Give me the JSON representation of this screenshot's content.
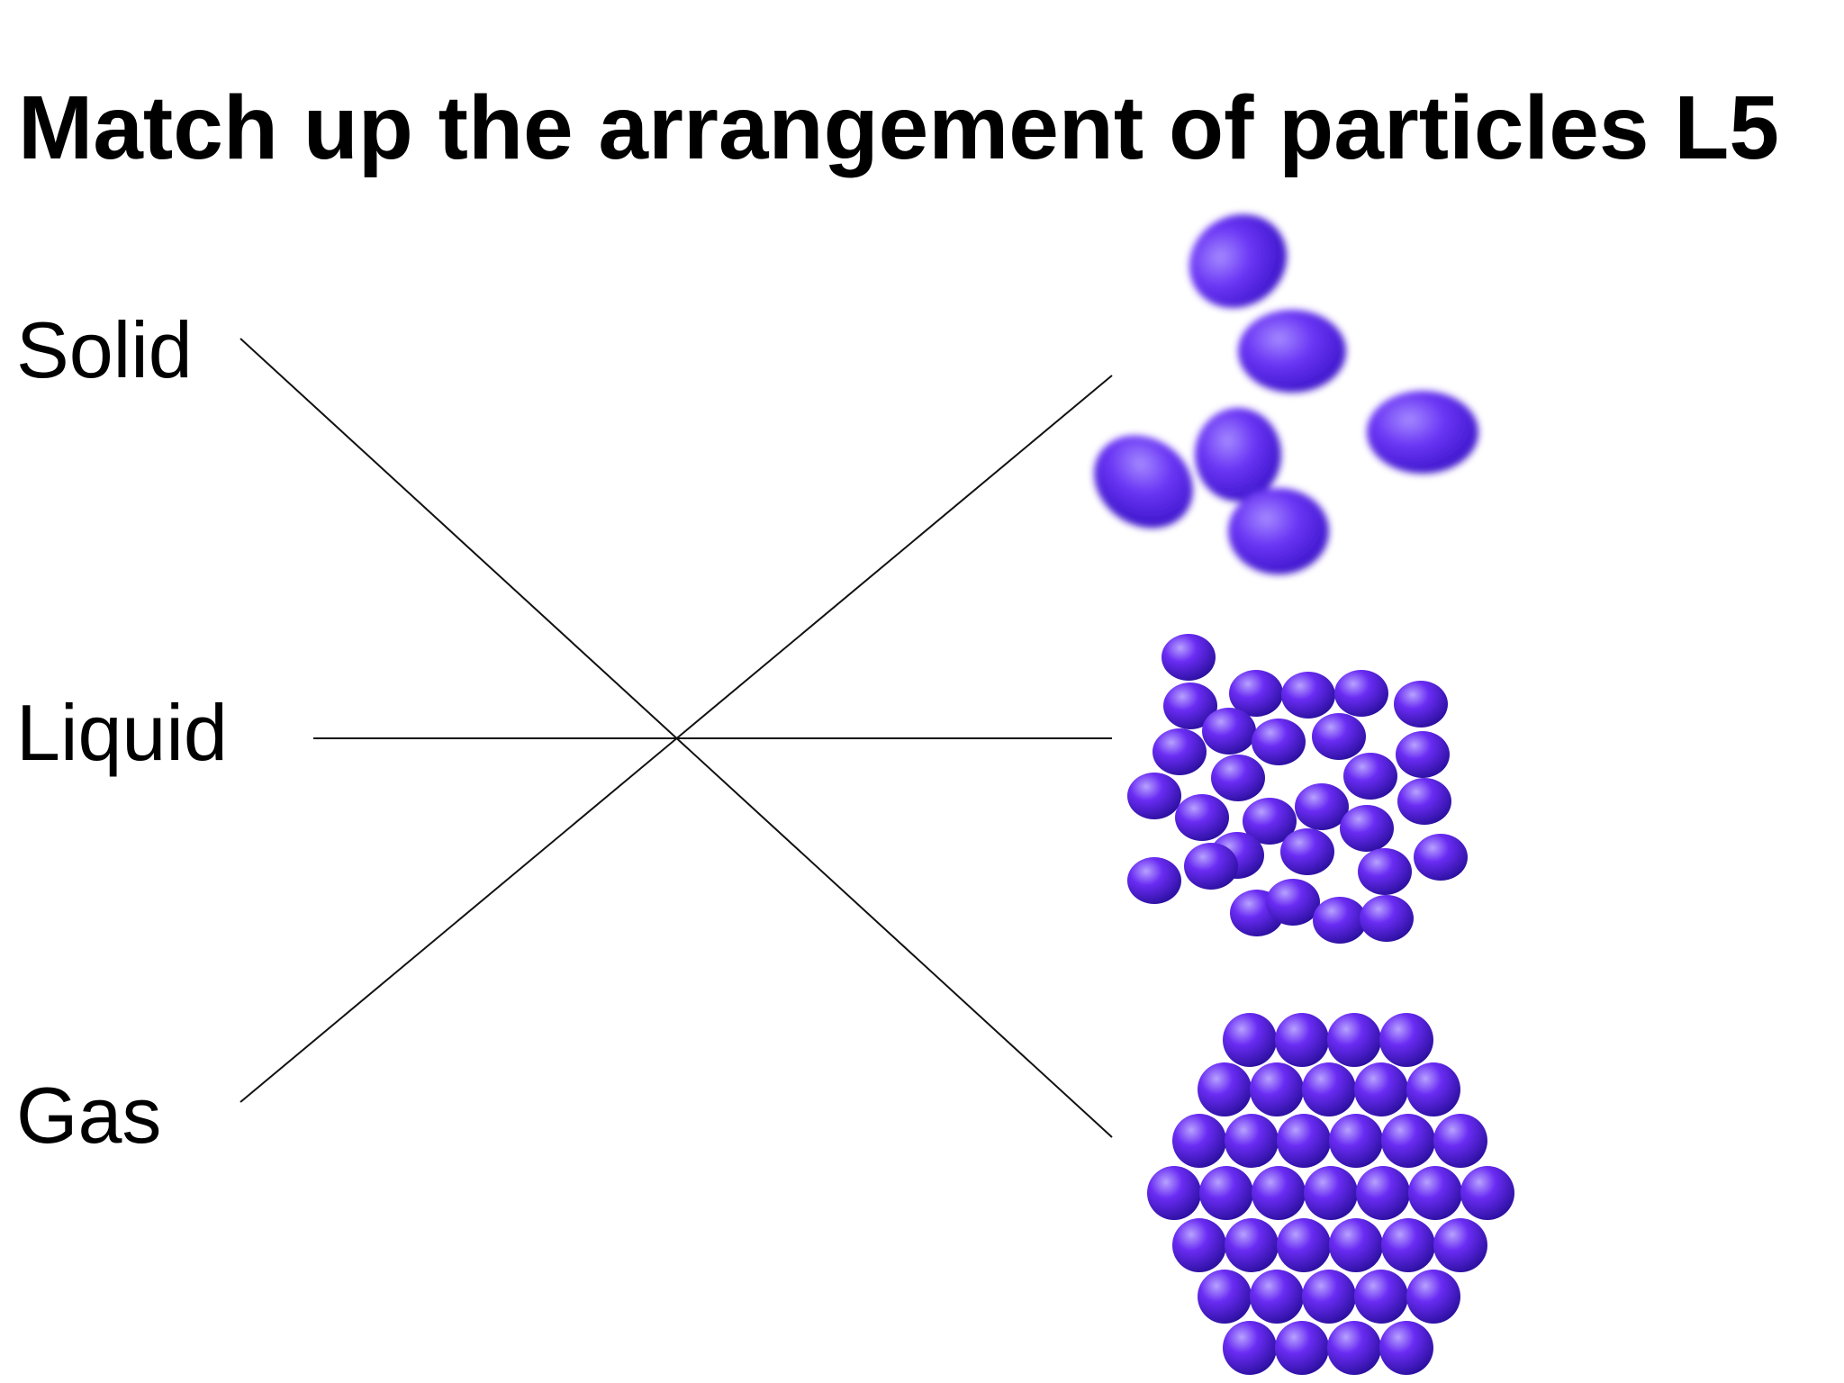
{
  "title": "Match up the arrangement of particles  L5",
  "states": [
    {
      "label": "Solid"
    },
    {
      "label": "Liquid"
    },
    {
      "label": "Gas"
    }
  ],
  "pictures": [
    {
      "icon": "gas-particles-icon",
      "arrangement": "far apart, random"
    },
    {
      "icon": "liquid-particles-icon",
      "arrangement": "close together, random"
    },
    {
      "icon": "solid-particles-icon",
      "arrangement": "tightly packed, regular"
    }
  ],
  "matches": [
    {
      "from": "Solid",
      "to": "solid-particles-icon"
    },
    {
      "from": "Liquid",
      "to": "liquid-particles-icon"
    },
    {
      "from": "Gas",
      "to": "gas-particles-icon"
    }
  ],
  "colors": {
    "particle_light": "#8f6bff",
    "particle_mid": "#5a22ee",
    "particle_dark": "#2a0f9e",
    "line": "#111111",
    "text": "#000000"
  }
}
